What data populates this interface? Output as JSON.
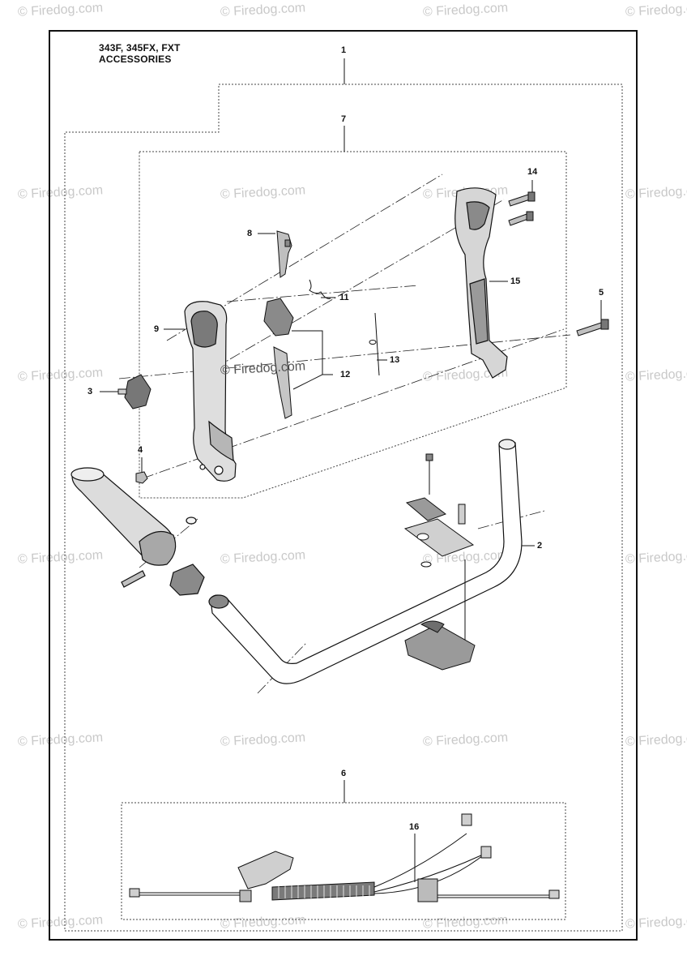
{
  "title": {
    "line1": "343F, 345FX, FXT",
    "line2": "ACCESSORIES"
  },
  "watermark": "Firedog.com",
  "callouts": [
    {
      "label": "1"
    },
    {
      "label": "7"
    },
    {
      "label": "14"
    },
    {
      "label": "8"
    },
    {
      "label": "15"
    },
    {
      "label": "11"
    },
    {
      "label": "5"
    },
    {
      "label": "9"
    },
    {
      "label": "13"
    },
    {
      "label": "3"
    },
    {
      "label": "12"
    },
    {
      "label": "4"
    },
    {
      "label": "2"
    },
    {
      "label": "6"
    },
    {
      "label": "16"
    }
  ],
  "colors": {
    "line": "#111111",
    "part_fill": "#d9d9d9",
    "part_dark": "#6e6e6e",
    "watermark": "#c9c9c9"
  }
}
